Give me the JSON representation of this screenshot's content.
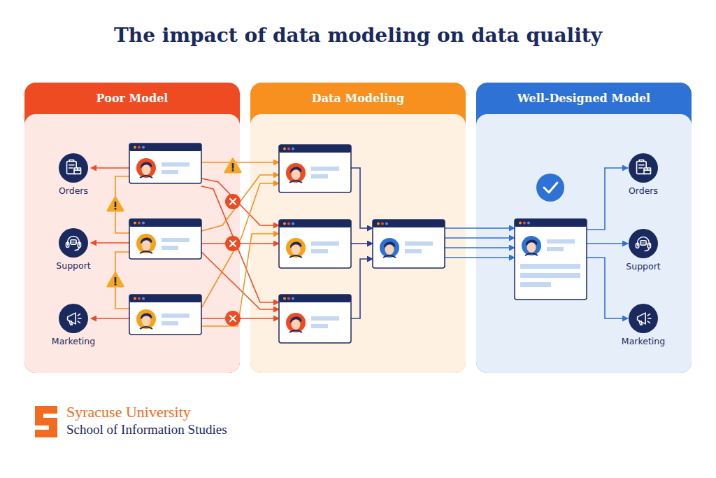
{
  "diagram": {
    "title": "The impact of data modeling on data quality",
    "nodes": [
      {
        "text": [
          "Poor Model"
        ]
      },
      {
        "text": [
          "Orders"
        ],
        "in": 0
      },
      {
        "text": [
          "Support"
        ],
        "in": 0
      },
      {
        "text": [
          "Marketing"
        ],
        "in": 0
      },
      {
        "text": [
          "Data Modeling"
        ]
      },
      {
        "text": [
          "Well-Designed Model"
        ]
      },
      {
        "text": [
          "Orders"
        ],
        "in": 5
      },
      {
        "text": [
          "Support"
        ],
        "in": 5
      },
      {
        "text": [
          "Marketing"
        ],
        "in": 5
      }
    ],
    "labels": [
      "Syracuse University",
      "School of Information Studies"
    ]
  }
}
